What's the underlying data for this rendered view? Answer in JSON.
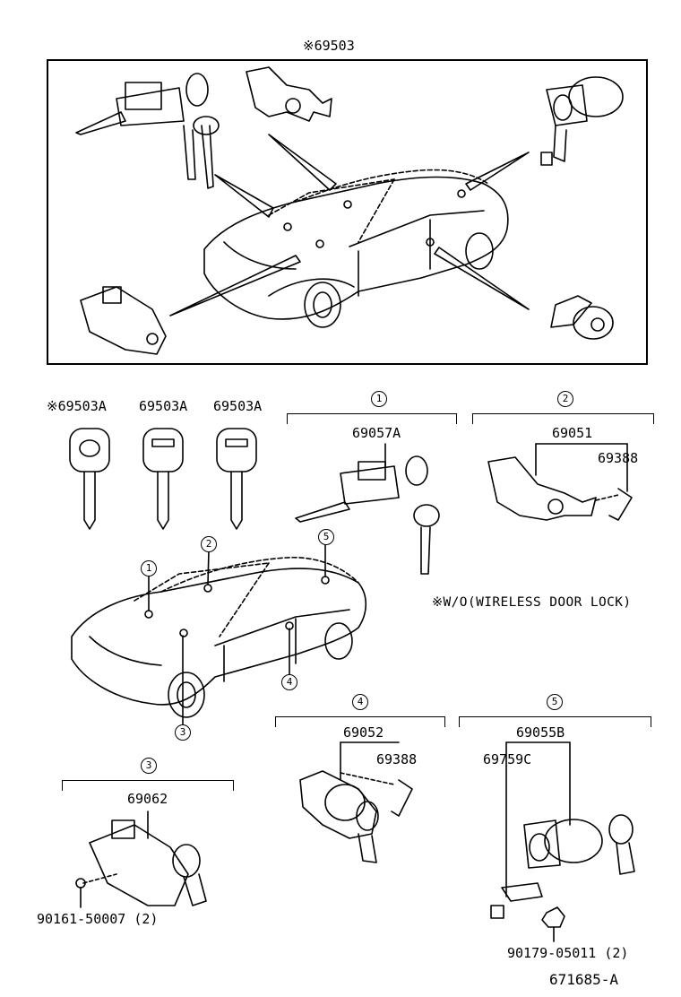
{
  "header": {
    "assembly_label": "※69503"
  },
  "keys": [
    {
      "label": "※69503A"
    },
    {
      "label": "69503A"
    },
    {
      "label": "69503A"
    }
  ],
  "callouts": [
    "1",
    "2",
    "3",
    "4",
    "5"
  ],
  "groups": {
    "g1": {
      "num": "1",
      "parts": [
        "69057A"
      ]
    },
    "g2": {
      "num": "2",
      "parts": [
        "69051",
        "69388"
      ]
    },
    "g3": {
      "num": "3",
      "parts": [
        "69062",
        "90161-50007 (2)"
      ]
    },
    "g4": {
      "num": "4",
      "parts": [
        "69052",
        "69388"
      ]
    },
    "g5": {
      "num": "5",
      "parts": [
        "69055B",
        "69759C",
        "90179-05011 (2)"
      ]
    }
  },
  "note": "※W/O(WIRELESS DOOR LOCK)",
  "diagram_id": "671685-A"
}
